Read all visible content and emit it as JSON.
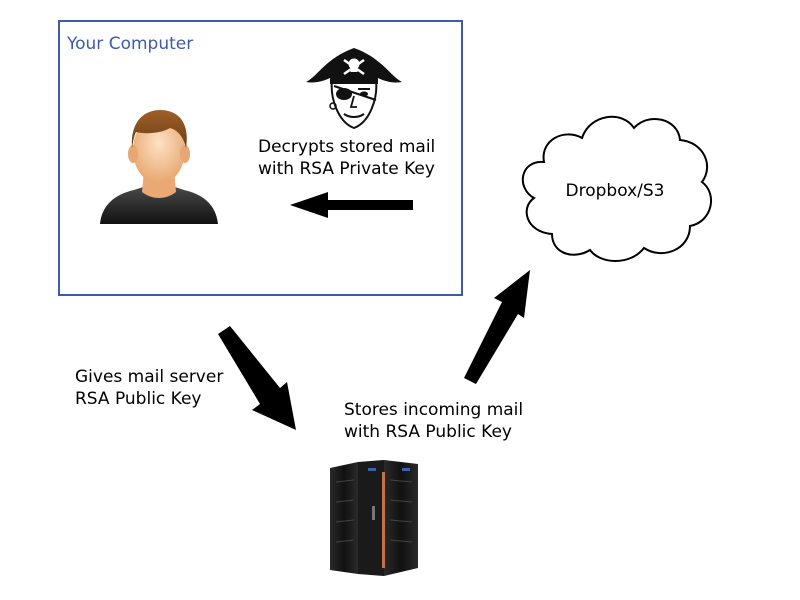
{
  "computer": {
    "title": "Your Computer",
    "border_color": "#3f5aa8",
    "title_color": "#3f5aa8"
  },
  "attacker": {
    "icon": "pirate-icon",
    "label_lines": [
      "Decrypts stored mail",
      "with RSA Private Key"
    ]
  },
  "user": {
    "icon": "user-avatar-icon"
  },
  "cloud": {
    "label": "Dropbox/S3"
  },
  "mail_server": {
    "icon": "server-rack-icon",
    "label_lines": [
      "Stores incoming mail",
      "with RSA Public Key"
    ]
  },
  "key_exchange": {
    "label_lines": [
      "Gives mail server",
      "RSA Public Key"
    ]
  },
  "arrows": [
    {
      "name": "arrow-pirate-to-user",
      "from": "attacker",
      "to": "user"
    },
    {
      "name": "arrow-computer-to-server",
      "from": "computer",
      "to": "mail_server"
    },
    {
      "name": "arrow-server-to-cloud",
      "from": "mail_server",
      "to": "cloud"
    }
  ]
}
